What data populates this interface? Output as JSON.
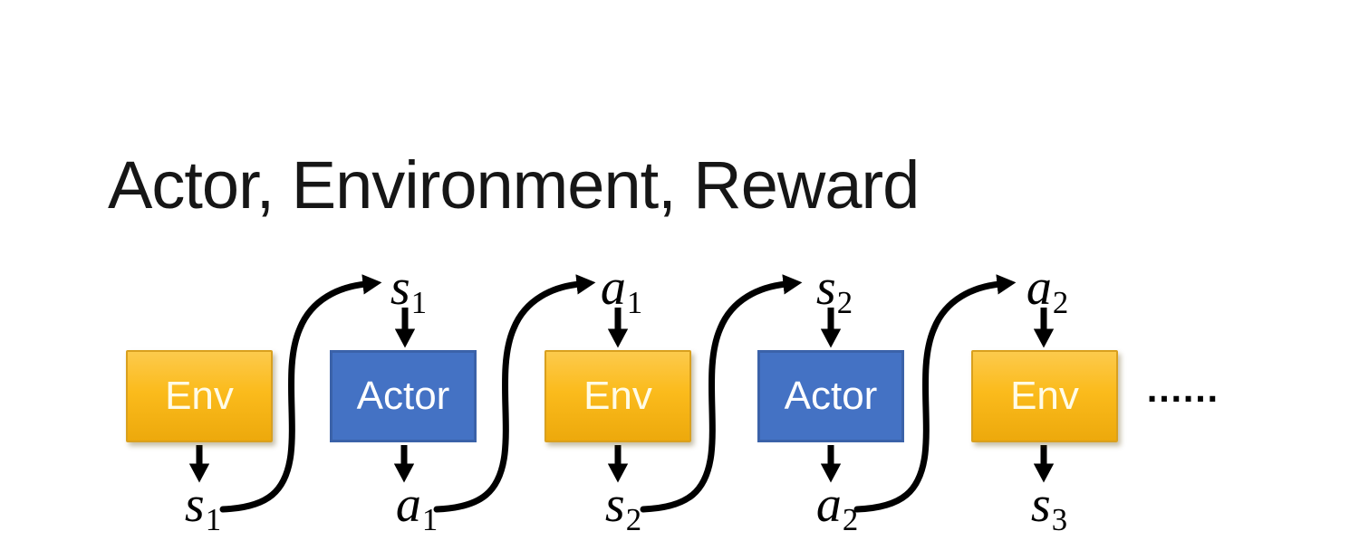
{
  "slide": {
    "title": "Actor, Environment, Reward"
  },
  "diagram": {
    "boxes": [
      {
        "id": "env-1",
        "label": "Env",
        "type": "env"
      },
      {
        "id": "actor-1",
        "label": "Actor",
        "type": "actor"
      },
      {
        "id": "env-2",
        "label": "Env",
        "type": "env"
      },
      {
        "id": "actor-2",
        "label": "Actor",
        "type": "actor"
      },
      {
        "id": "env-3",
        "label": "Env",
        "type": "env"
      }
    ],
    "top_labels": [
      {
        "base": "s",
        "sub": "1"
      },
      {
        "base": "a",
        "sub": "1"
      },
      {
        "base": "s",
        "sub": "2"
      },
      {
        "base": "a",
        "sub": "2"
      }
    ],
    "bottom_labels": [
      {
        "base": "s",
        "sub": "1"
      },
      {
        "base": "a",
        "sub": "1"
      },
      {
        "base": "s",
        "sub": "2"
      },
      {
        "base": "a",
        "sub": "2"
      },
      {
        "base": "s",
        "sub": "3"
      }
    ],
    "ellipsis": "……",
    "colors": {
      "env_fill_top": "#fcca4c",
      "env_fill_bottom": "#eda90c",
      "env_border": "#d9a01e",
      "env_text": "#fffbe6",
      "actor_fill": "#4472c4",
      "actor_border": "#3b62a9",
      "actor_text": "#ffffff",
      "arrow": "#000000",
      "title_text": "#161616"
    }
  }
}
